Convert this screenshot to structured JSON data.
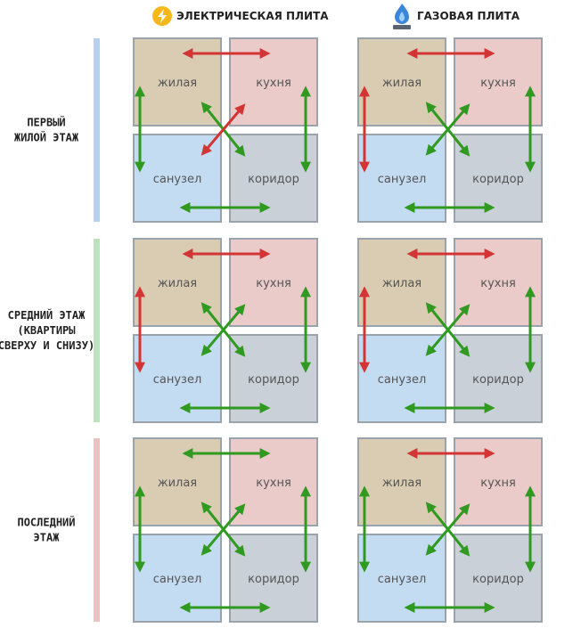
{
  "headers": [
    {
      "label": "ЭЛЕКТРИЧЕСКАЯ ПЛИТА",
      "icon": "lightning-icon"
    },
    {
      "label": "ГАЗОВАЯ ПЛИТА",
      "icon": "gas-flame-icon"
    }
  ],
  "rooms": {
    "living": "жилая",
    "kitchen": "кухня",
    "bathroom": "санузел",
    "corridor": "коридор"
  },
  "colors": {
    "living": "#d9ccb3",
    "kitchen": "#ebcaca",
    "bathroom": "#c3dcf2",
    "corridor": "#c9d0d8",
    "border": "#9aa3ab",
    "allowed": "#2f9a1f",
    "forbidden": "#d33434"
  },
  "rows": [
    {
      "id": "first",
      "lines": [
        "ПЕРВЫЙ",
        "ЖИЛОЙ ЭТАЖ"
      ],
      "bar_color": "#b5d1ee",
      "panels": [
        {
          "stove": "electric",
          "top": "forbidden",
          "left": "allowed",
          "right": "allowed",
          "bottom": "allowed",
          "diag_living_corridor": "allowed",
          "diag_kitchen_bathroom": "forbidden"
        },
        {
          "stove": "gas",
          "top": "forbidden",
          "left": "forbidden",
          "right": "allowed",
          "bottom": "allowed",
          "diag_living_corridor": "allowed",
          "diag_kitchen_bathroom": "allowed"
        }
      ]
    },
    {
      "id": "middle",
      "lines": [
        "СРЕДНИЙ ЭТАЖ",
        "(КВАРТИРЫ",
        "СВЕРХУ И СНИЗУ)"
      ],
      "bar_color": "#bde3bd",
      "panels": [
        {
          "stove": "electric",
          "top": "forbidden",
          "left": "forbidden",
          "right": "allowed",
          "bottom": "allowed",
          "diag_living_corridor": "allowed",
          "diag_kitchen_bathroom": "allowed"
        },
        {
          "stove": "gas",
          "top": "forbidden",
          "left": "forbidden",
          "right": "allowed",
          "bottom": "allowed",
          "diag_living_corridor": "allowed",
          "diag_kitchen_bathroom": "allowed"
        }
      ]
    },
    {
      "id": "last",
      "lines": [
        "ПОСЛЕДНИЙ",
        "ЭТАЖ"
      ],
      "bar_color": "#ebc2c2",
      "panels": [
        {
          "stove": "electric",
          "top": "allowed",
          "left": "allowed",
          "right": "allowed",
          "bottom": "allowed",
          "diag_living_corridor": "allowed",
          "diag_kitchen_bathroom": "allowed"
        },
        {
          "stove": "gas",
          "top": "forbidden",
          "left": "allowed",
          "right": "allowed",
          "bottom": "allowed",
          "diag_living_corridor": "allowed",
          "diag_kitchen_bathroom": "allowed"
        }
      ]
    }
  ]
}
